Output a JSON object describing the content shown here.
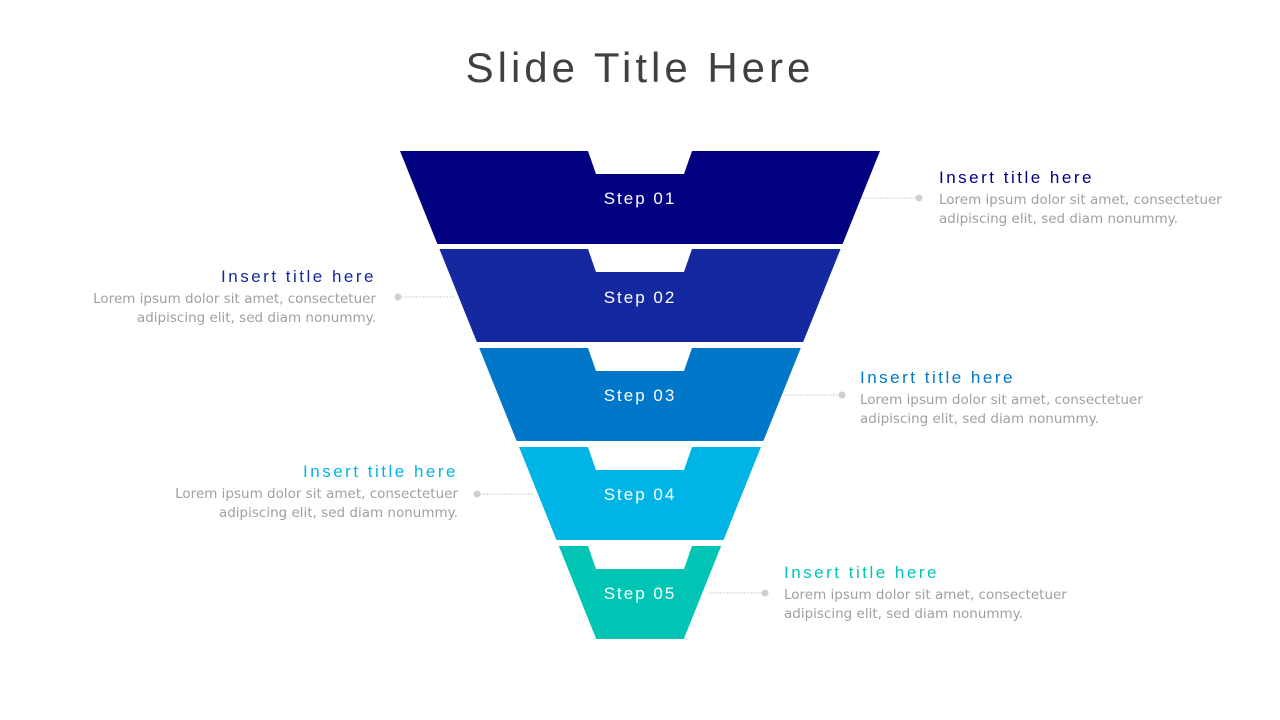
{
  "slide_title": "Slide Title Here",
  "steps": [
    {
      "label": "Step 01",
      "color": "#000080",
      "title": "Insert title here",
      "desc1": "Lorem ipsum dolor sit amet, consectetuer",
      "desc2": "adipiscing elit, sed diam nonummy."
    },
    {
      "label": "Step 02",
      "color": "#1428A0",
      "title": "Insert title here",
      "desc1": "Lorem ipsum dolor sit amet, consectetuer",
      "desc2": "adipiscing elit, sed diam nonummy."
    },
    {
      "label": "Step 03",
      "color": "#0077C8",
      "title": "Insert title here",
      "desc1": "Lorem ipsum dolor sit amet, consectetuer",
      "desc2": "adipiscing elit, sed diam nonummy."
    },
    {
      "label": "Step 04",
      "color": "#00B4E6",
      "title": "Insert title here",
      "desc1": "Lorem ipsum dolor sit amet, consectetuer",
      "desc2": "adipiscing elit, sed diam nonummy."
    },
    {
      "label": "Step 05",
      "color": "#00C4B4",
      "title": "Insert title here",
      "desc1": "Lorem ipsum dolor sit amet, consectetuer",
      "desc2": "adipiscing elit, sed diam nonummy."
    }
  ]
}
